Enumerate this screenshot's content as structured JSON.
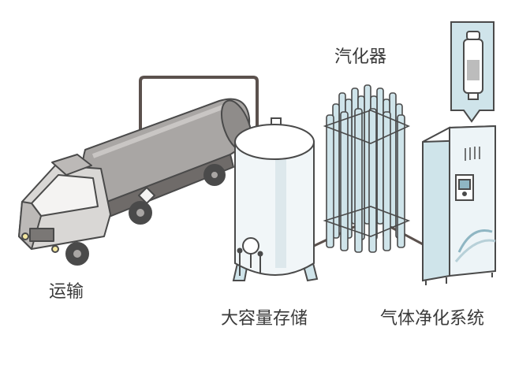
{
  "labels": {
    "transport": "运输",
    "storage": "大容量存储",
    "vaporizer": "汽化器",
    "purification": "气体净化系统"
  },
  "colors": {
    "outline": "#4a4a4a",
    "truck_gray": "#a9a6a4",
    "truck_light": "#d9d7d5",
    "pipe": "#5b514d",
    "tank_fill": "#f1f6f8",
    "vaporizer_fill": "#cfe4ea",
    "cabinet_fill": "#edf4f7",
    "accent_teal": "#8fb6c3"
  },
  "icons": {
    "truck": "tanker-truck-icon",
    "tank": "storage-tank-icon",
    "vaporizer": "vaporizer-icon",
    "purifier": "gas-purifier-cabinet-icon",
    "cartridge": "purifier-cartridge-icon"
  }
}
